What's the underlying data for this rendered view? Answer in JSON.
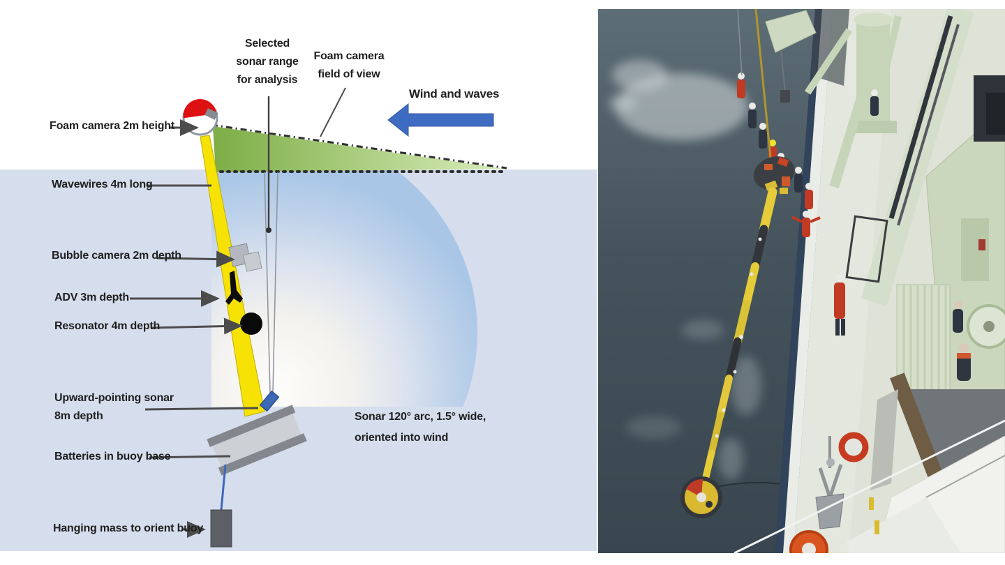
{
  "figure": {
    "title": "Spar buoy instrumentation schematic and deployment photo",
    "colors": {
      "water": "#d6dded",
      "sonar_fan_rim": "#a9c6e7",
      "fov_green_dark": "#76a93c",
      "fov_green_light": "#d7ecb8",
      "spar_yellow": "#f6e204",
      "float_red": "#dd1111",
      "wind_arrow_blue": "#3f6cc3",
      "label_text": "#1f1f1f",
      "pointer_line": "#4c4c4c",
      "ocean": "#47545c",
      "ship_deck": "#dee2d7",
      "crane_green": "#cbd8bd",
      "hull_stripe_blue": "#32445b",
      "photo_buoy_yellow": "#e5cc38"
    }
  },
  "diagram": {
    "labels": {
      "foam_camera": "Foam camera 2m height",
      "wavewires": "Wavewires 4m long",
      "bubble_camera": "Bubble camera 2m depth",
      "adv": "ADV 3m depth",
      "resonator": "Resonator 4m depth",
      "upward_sonar_line1": "Upward-pointing sonar",
      "upward_sonar_line2": "8m depth",
      "batteries": "Batteries in buoy base",
      "hanging_mass": "Hanging mass to orient buoy",
      "selected_range_line1": "Selected",
      "selected_range_line2": "sonar range",
      "selected_range_line3": "for analysis",
      "fov_line1": "Foam camera",
      "fov_line2": "field of view",
      "wind": "Wind and waves",
      "sonar_arc_line1": "Sonar 120° arc, 1.5° wide,",
      "sonar_arc_line2": "oriented into wind"
    }
  }
}
